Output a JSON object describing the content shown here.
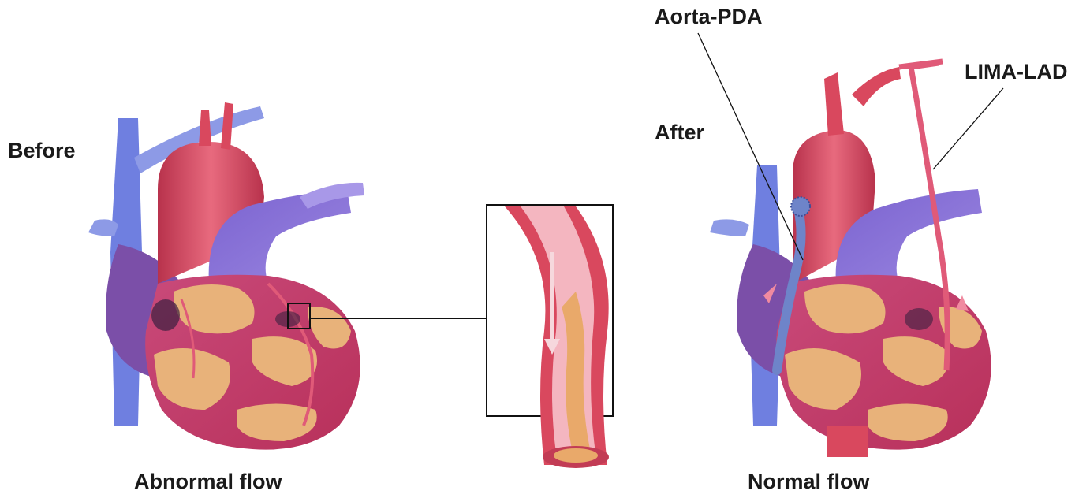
{
  "labels": {
    "before": "Before",
    "after": "After",
    "aorta_pda": "Aorta-PDA",
    "lima_lad": "LIMA-LAD",
    "abnormal_flow": "Abnormal flow",
    "normal_flow": "Normal flow"
  },
  "colors": {
    "artery_red": "#d9485e",
    "vein_purple": "#8a72d6",
    "vena_blue": "#6f7fe0",
    "fat_yellow": "#e8b27a",
    "myocardium": "#c23c68",
    "graft_blue": "#6e84c9",
    "plaque": "#e9a96a"
  }
}
